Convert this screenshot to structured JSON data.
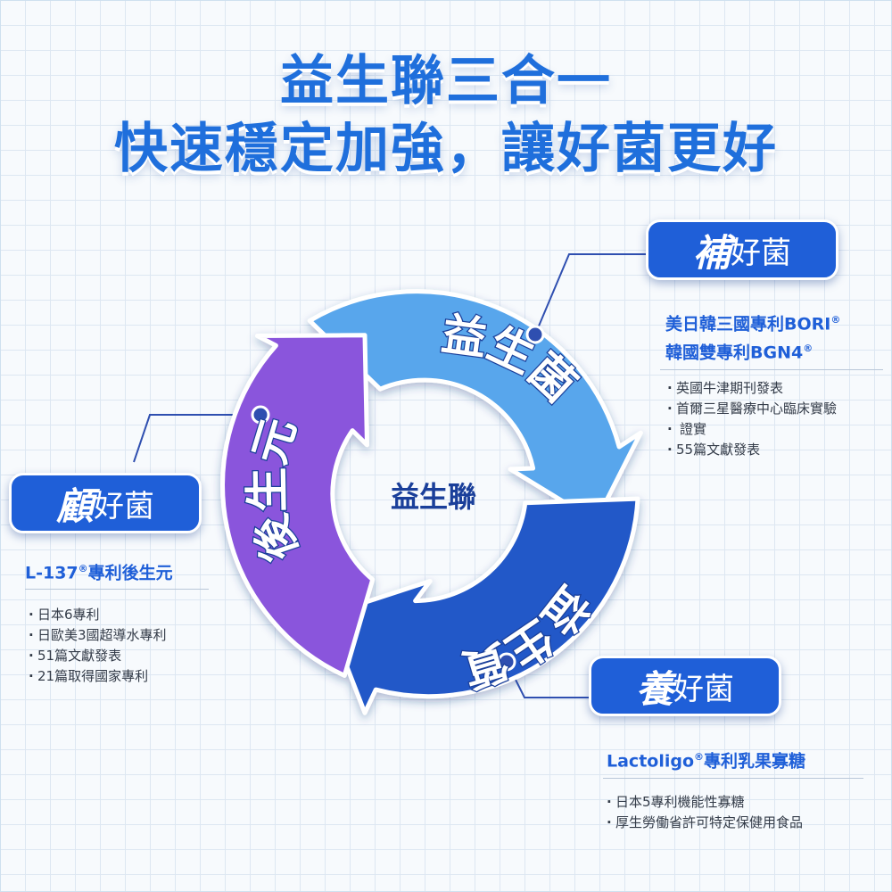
{
  "title": {
    "line1": "益生聯三合一",
    "line2": "快速穩定加強，讓好菌更好"
  },
  "cycle": {
    "center": "益生聯",
    "segments": [
      {
        "label": "益生菌",
        "color": "#58a6ec"
      },
      {
        "label": "益生質",
        "color": "#2459c8"
      },
      {
        "label": "後生元",
        "color": "#8a55dc"
      }
    ]
  },
  "callouts": {
    "bu": {
      "strong": "補",
      "rest": "好菌",
      "heading_lines": [
        "美日韓三國專利BORI",
        "韓國雙專利BGN4"
      ],
      "bullets": [
        "英國牛津期刊發表",
        "首爾三星醫療中心臨床實驗",
        "證實",
        "55篇文獻發表"
      ]
    },
    "gu": {
      "strong": "顧",
      "rest": "好菌",
      "heading_main": "L-137",
      "heading_tail": "專利後生元",
      "bullets": [
        "日本6專利",
        "日歐美3國超導水專利",
        "51篇文獻發表",
        "21篇取得國家專利"
      ]
    },
    "yang": {
      "strong": "養",
      "rest": "好菌",
      "heading_main": "Lactoligo",
      "heading_tail": "專利乳果寡糖",
      "bullets": [
        "日本5專利機能性寡糖",
        "厚生勞働省許可特定保健用食品"
      ]
    }
  },
  "marks": {
    "registered": "®"
  },
  "colors": {
    "brand_blue": "#1f5fd8",
    "title_blue": "#1f6fdc",
    "connector": "#2f4fb0"
  }
}
